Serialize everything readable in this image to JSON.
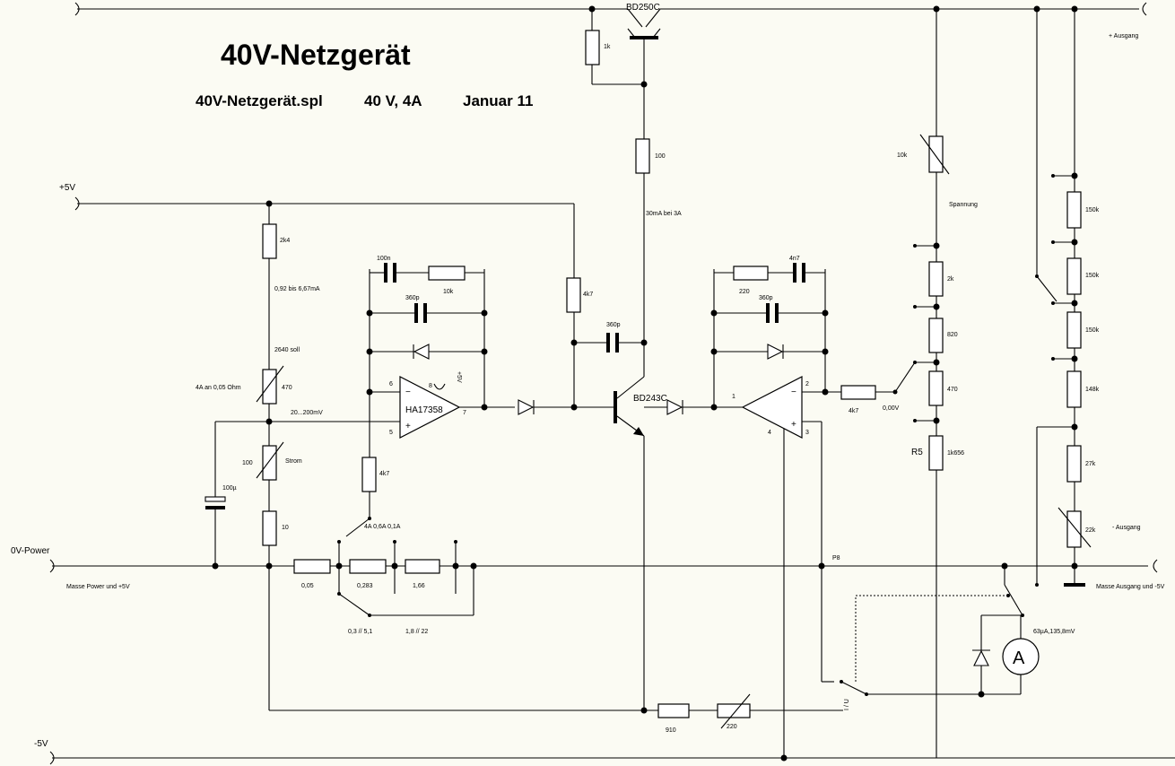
{
  "title": "40V-Netzgerät",
  "subtitle": {
    "file": "40V-Netzgerät.spl",
    "spec": "40 V, 4A",
    "date": "Januar 11"
  },
  "rails": {
    "plus5v": "+5V",
    "zero_power": "0V-Power",
    "minus5v": "-5V",
    "plus_out": "+ Ausgang",
    "minus_out": "- Ausgang",
    "masse_power": "Masse Power und +5V",
    "masse_out": "Masse Ausgang und -5V"
  },
  "transistors": {
    "t1": "BD250C",
    "t2": "BD243C"
  },
  "opamps": {
    "u1": "HA17358",
    "u1_supply": "+5V",
    "u1_pins": [
      "6",
      "5",
      "7",
      "8"
    ],
    "u2_pins": [
      "1",
      "2",
      "3",
      "4"
    ]
  },
  "resistors": {
    "r1k": "1k",
    "r100": "100",
    "r2k4": "2k4",
    "r4k7_a": "4k7",
    "r10k_fb": "10k",
    "r220_fb": "220",
    "r4k7_b": "4k7",
    "r4k7_c": "4k7",
    "r470_pot": "470",
    "r100_strom": "100",
    "r10": "10",
    "r0_05": "0,05",
    "r0_283": "0,283",
    "r1_66": "1,66",
    "r910": "910",
    "r220_pot": "220",
    "r10k_pot": "10k",
    "r2k": "2k",
    "r820": "820",
    "r470": "470",
    "r1k656": "1k656",
    "r5": "R5",
    "r150k_1": "150k",
    "r150k_2": "150k",
    "r150k_3": "150k",
    "r148k": "148k",
    "r27k": "27k",
    "r22k_pot": "22k"
  },
  "capacitors": {
    "c100n": "100n",
    "c360p_1": "360p",
    "c360p_2": "360p",
    "c4n7": "4n7",
    "c360p_3": "360p",
    "c100u": "100µ"
  },
  "notes": {
    "current_range": "0,92 bis 6,67mA",
    "soll": "2640 soll",
    "shunt": "4A an 0,05 Ohm",
    "range_mv": "20...200mV",
    "strom": "Strom",
    "spannung": "Spannung",
    "collector": "30mA bei 3A",
    "ranges": "4A   0,6A   0,1A",
    "par1": "0,3 // 5,1",
    "par2": "1,8 // 22",
    "v0": "0,00V",
    "p8": "P8",
    "meter": "63µA,135,8mV",
    "meter_symbol": "A",
    "iu_switch": "I / U"
  }
}
